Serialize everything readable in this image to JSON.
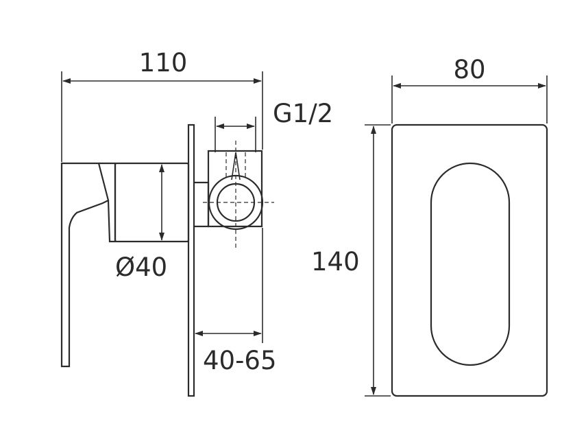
{
  "dimensions": {
    "width_110": "110",
    "thread_g12": "G1/2",
    "diameter_40": "Ø40",
    "depth_range": "40-65",
    "height_140": "140",
    "width_80": "80"
  },
  "colors": {
    "line": "#2b2b2b",
    "background": "#ffffff"
  }
}
